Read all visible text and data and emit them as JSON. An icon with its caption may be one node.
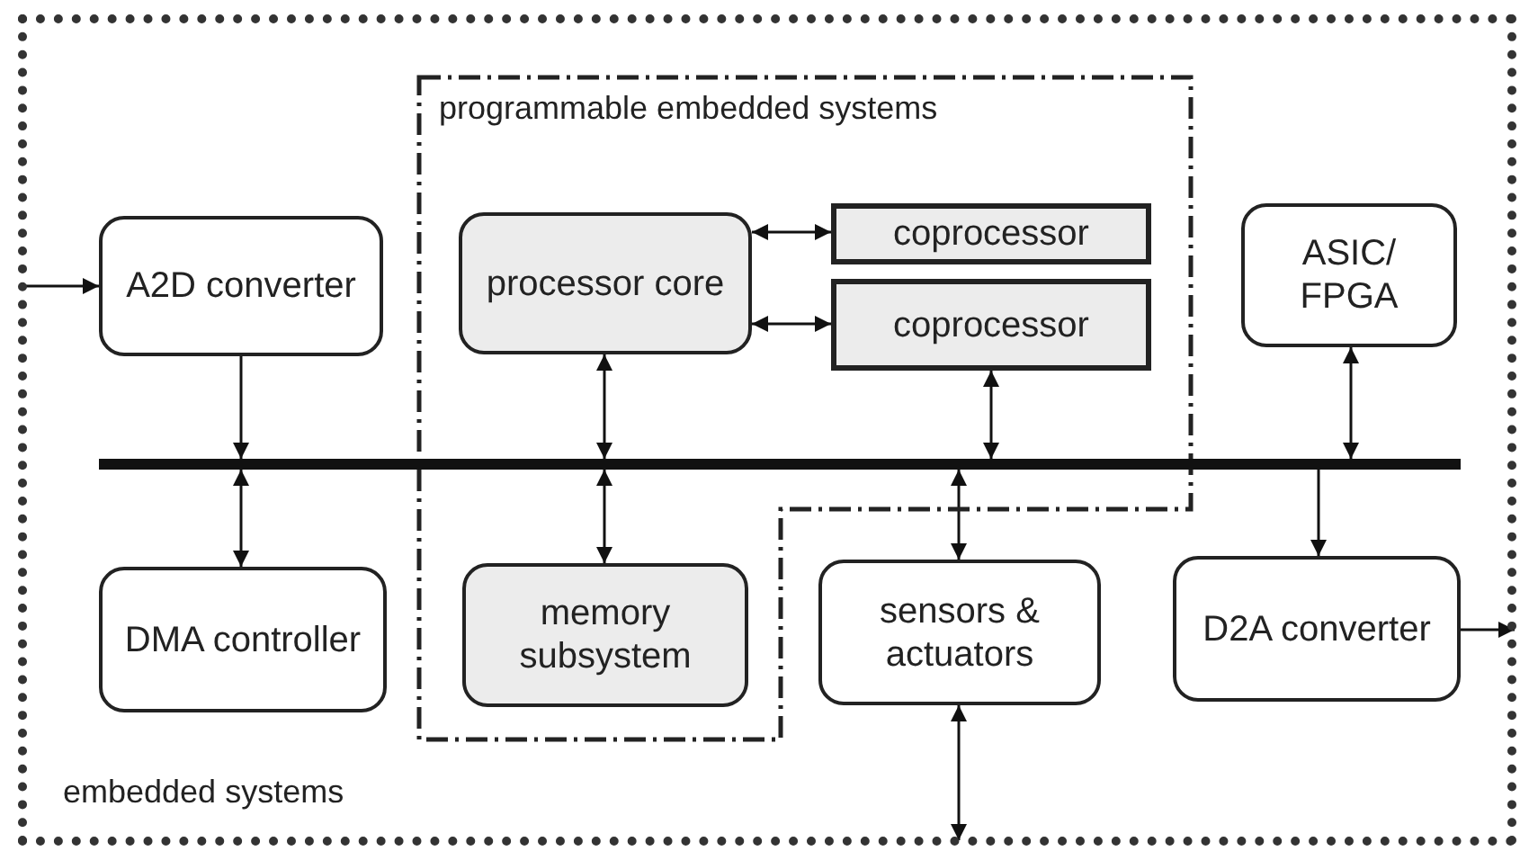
{
  "diagram": {
    "nodes": [
      {
        "text": [
          "embedded systems"
        ]
      },
      {
        "text": [
          "programmable embedded systems"
        ],
        "in": 0
      },
      {
        "text": [
          "A2D converter"
        ],
        "in": 0
      },
      {
        "text": [
          "processor core"
        ],
        "in": 1
      },
      {
        "text": [
          "coprocessor"
        ],
        "in": 1
      },
      {
        "text": [
          "coprocessor"
        ],
        "in": 1
      },
      {
        "text": [
          "ASIC/ FPGA"
        ],
        "in": 0
      },
      {
        "text": [],
        "shape": "bar",
        "in": 0
      },
      {
        "text": [
          "DMA controller"
        ],
        "in": 0
      },
      {
        "text": [
          "memory subsystem"
        ],
        "in": 1
      },
      {
        "text": [
          "sensors & actuators"
        ],
        "in": 0
      },
      {
        "text": [
          "D2A converter"
        ],
        "in": 0
      }
    ],
    "edges": [
      {
        "from": null,
        "to": 2,
        "arrow": "to"
      },
      {
        "from": 2,
        "to": 7,
        "arrow": "to"
      },
      {
        "from": 7,
        "to": 8,
        "arrow": "both"
      },
      {
        "from": 3,
        "to": 7,
        "arrow": "both"
      },
      {
        "from": 7,
        "to": 9,
        "arrow": "both"
      },
      {
        "from": 3,
        "to": 4,
        "arrow": "both"
      },
      {
        "from": 3,
        "to": 5,
        "arrow": "both"
      },
      {
        "from": 5,
        "to": 7,
        "arrow": "both"
      },
      {
        "from": 7,
        "to": 10,
        "arrow": "both"
      },
      {
        "from": 6,
        "to": 7,
        "arrow": "both"
      },
      {
        "from": 7,
        "to": 11,
        "arrow": "to"
      },
      {
        "from": 11,
        "to": null,
        "arrow": "to"
      },
      {
        "from": 10,
        "to": null,
        "arrow": "both"
      }
    ]
  }
}
